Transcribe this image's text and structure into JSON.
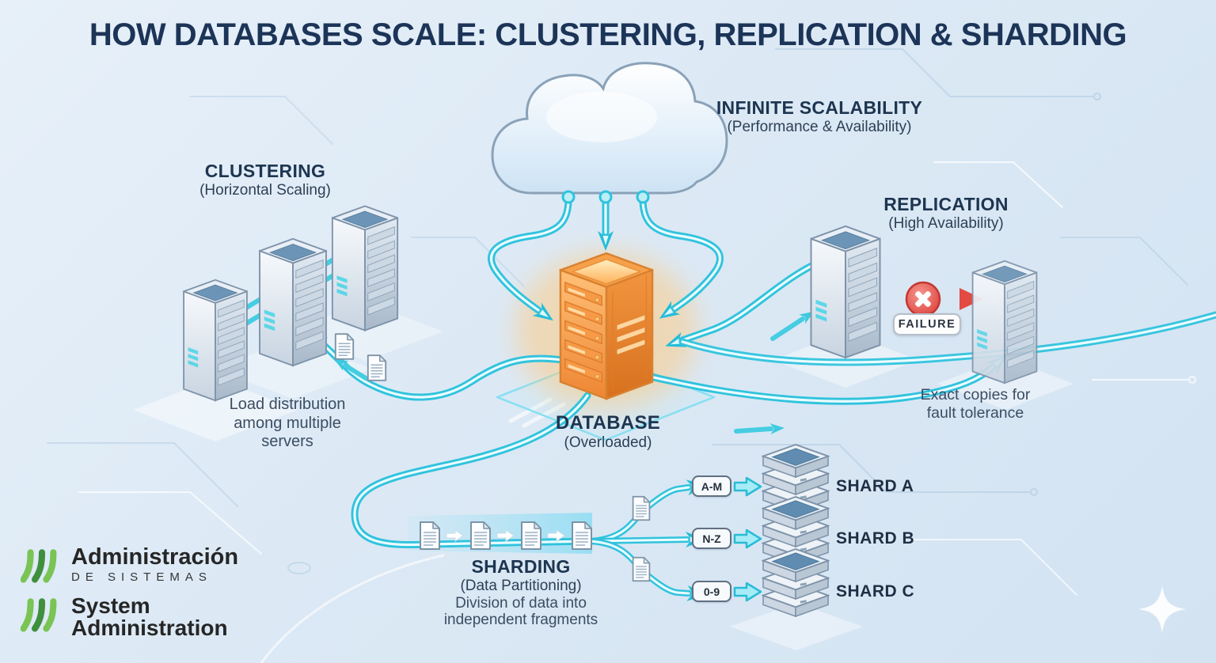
{
  "title": "HOW DATABASES SCALE: CLUSTERING, REPLICATION & SHARDING",
  "cloud": {
    "heading": "INFINITE SCALABILITY",
    "subheading": "(Performance & Availability)"
  },
  "clustering": {
    "heading": "CLUSTERING",
    "subheading": "(Horizontal Scaling)",
    "caption": "Load distribution among multiple servers"
  },
  "database": {
    "heading": "DATABASE",
    "subheading": "(Overloaded)"
  },
  "replication": {
    "heading": "REPLICATION",
    "subheading": "(High Availability)",
    "failure_label": "FAILURE",
    "caption": "Exact copies for fault tolerance"
  },
  "sharding": {
    "heading": "SHARDING",
    "subheading": "(Data Partitioning)",
    "caption": "Division of data into independent fragments",
    "shards": [
      {
        "range": "A-M",
        "label": "SHARD A"
      },
      {
        "range": "N-Z",
        "label": "SHARD B"
      },
      {
        "range": "0-9",
        "label": "SHARD C"
      }
    ]
  },
  "logo": {
    "line1": "Administración",
    "line2": "DE SISTEMAS",
    "line3": "System",
    "line4": "Administration"
  },
  "icons": [
    "cloud-icon",
    "server-tower-icon",
    "database-server-icon",
    "document-icon",
    "failure-x-icon",
    "shard-stack-icon",
    "sparkle-icon",
    "logo-leaves-icon"
  ],
  "colors": {
    "background": "#dce9f5",
    "title_navy": "#1c3457",
    "accent_cyan": "#2fc4de",
    "database_orange": "#f59a3c",
    "failure_red": "#e2504a",
    "logo_green": "#6abf4b"
  }
}
